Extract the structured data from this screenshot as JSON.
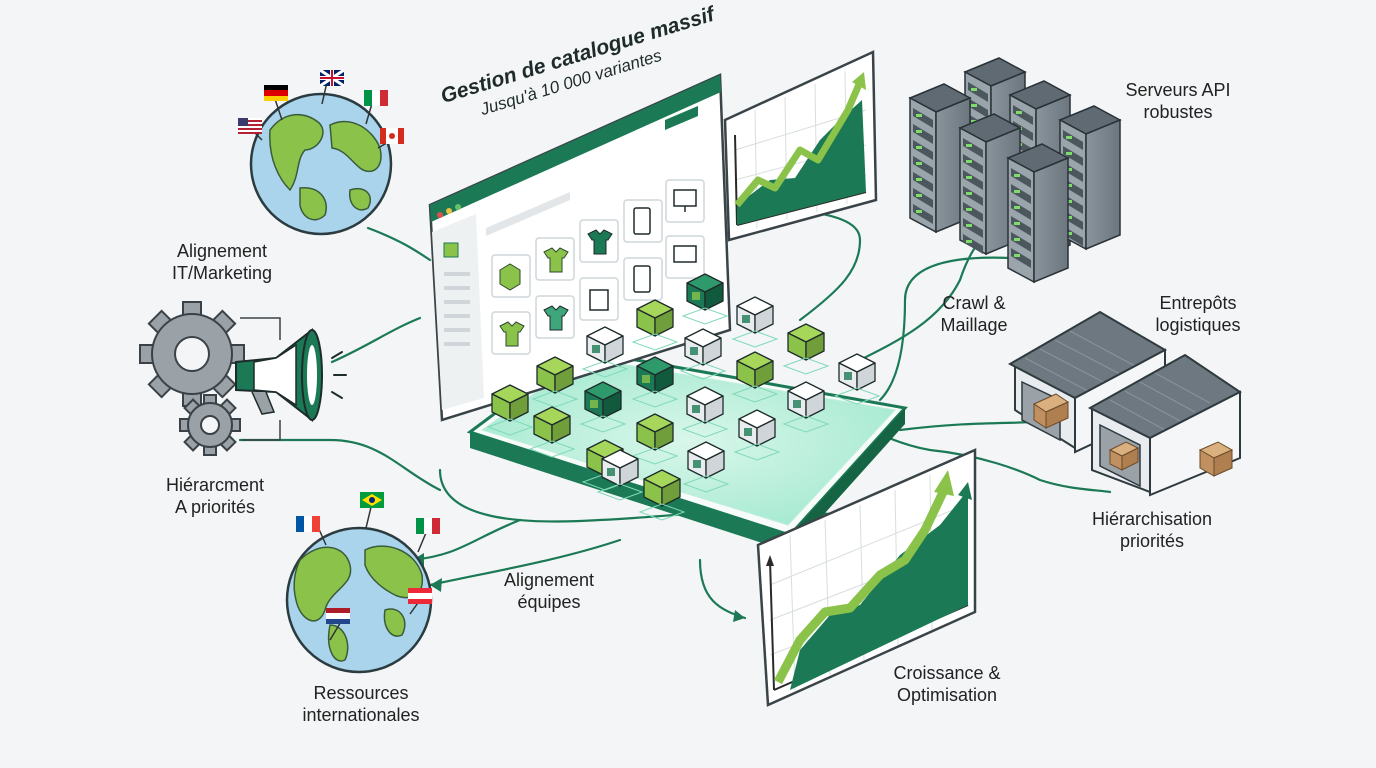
{
  "colors": {
    "dark_green": "#1b7a55",
    "light_green": "#8bc34a",
    "mint_glow": "#c8f2e2",
    "ocean_blue": "#a9d4ec",
    "gray_server": "#7d8891"
  },
  "catalog": {
    "title": "Gestion de catalogue massif",
    "subtitle": "Jusqu'à 10 000 variantes"
  },
  "labels": {
    "alignement_it_line1": "Alignement",
    "alignement_it_line2": "IT/Marketing",
    "hierarc_line1": "Hiérarcment",
    "hierarc_line2": "A priorités",
    "ressources_line1": "Ressources",
    "ressources_line2": "internationales",
    "alignement_eq_line1": "Alignement",
    "alignement_eq_line2": "équipes",
    "serveurs_line1": "Serveurs API",
    "serveurs_line2": "robustes",
    "crawl_line1": "Crawl &",
    "crawl_line2": "Maillage",
    "entrepots_line1": "Entrepôts",
    "entrepots_line2": "logistiques",
    "hierarchisation_line1": "Hiérarchisation",
    "hierarchisation_line2": "priorités",
    "croissance_line1": "Croissance &",
    "croissance_line2": "Optimisation"
  },
  "icons": {
    "globe_top": "globe-icon",
    "globe_bottom": "globe-icon",
    "gears": "gear-icon",
    "megaphone": "megaphone-icon",
    "servers": "server-rack-icon",
    "warehouses": "warehouse-icon",
    "chart_small": "growth-chart-icon",
    "chart_large": "growth-chart-icon",
    "store_logo": "shopping-bag-icon"
  }
}
